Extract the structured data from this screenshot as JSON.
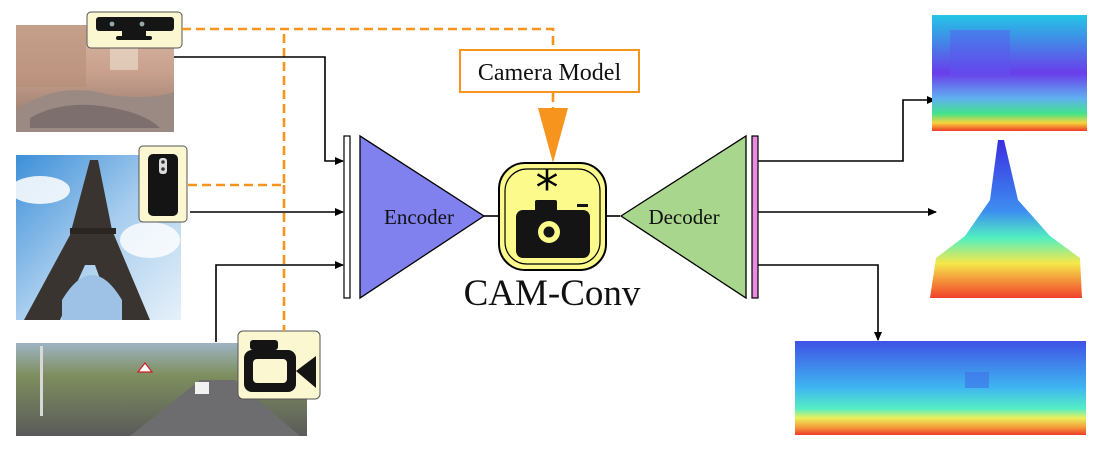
{
  "labels": {
    "camera_model": "Camera Model",
    "encoder": "Encoder",
    "decoder": "Decoder",
    "module": "CAM-Conv"
  },
  "devices": [
    {
      "name": "kinect-sensor",
      "icon": "depth-sensor-icon"
    },
    {
      "name": "smartphone",
      "icon": "phone-icon"
    },
    {
      "name": "video-camera",
      "icon": "video-camera-icon"
    }
  ],
  "inputs": [
    {
      "scene": "indoor-bedroom"
    },
    {
      "scene": "eiffel-tower"
    },
    {
      "scene": "street-road"
    }
  ],
  "outputs": [
    {
      "scene": "indoor-depth-map"
    },
    {
      "scene": "eiffel-depth-map"
    },
    {
      "scene": "street-depth-map"
    }
  ],
  "colors": {
    "encoder": "#8080ee",
    "decoder": "#a8d68c",
    "camera_link": "#f7941d",
    "module_fill": "#fbfa8a",
    "output_bar": "#e98be0"
  }
}
